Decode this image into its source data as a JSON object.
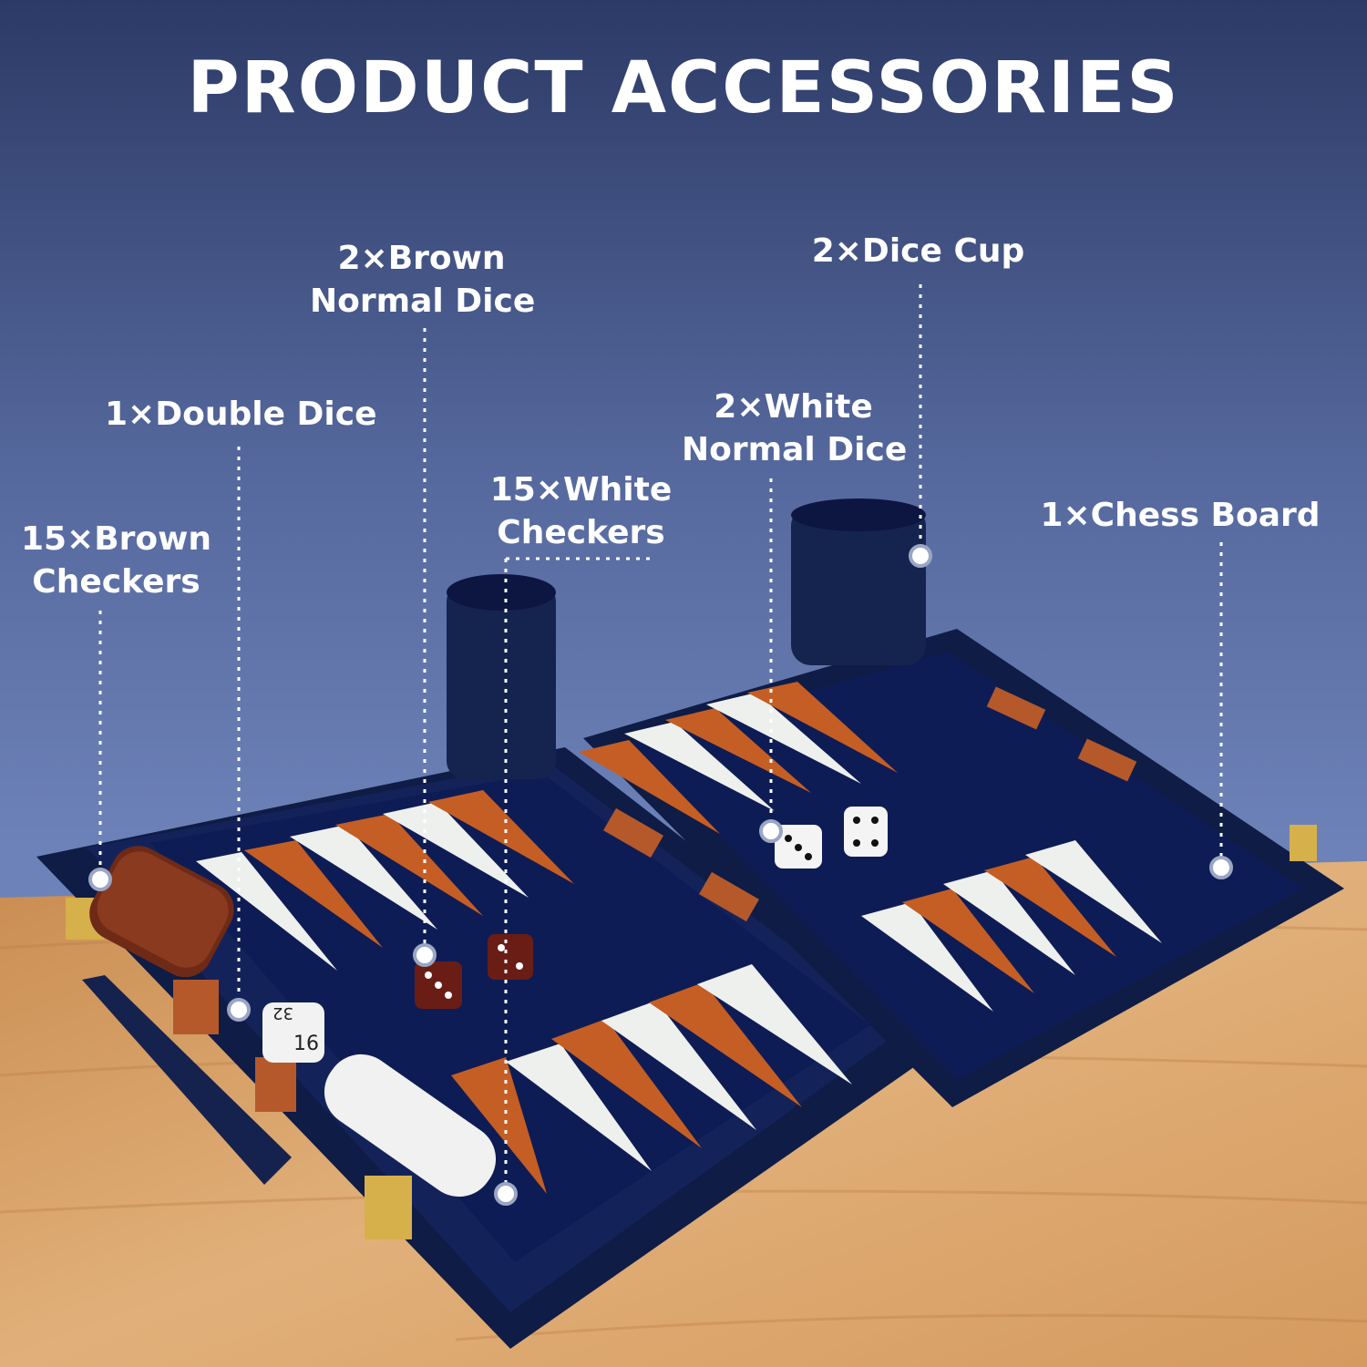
{
  "title": "PRODUCT ACCESSORIES",
  "colors": {
    "background_top": "#5a6fa6",
    "background_bottom": "#7d93c6",
    "table": "#d9a56a",
    "board_navy": "#10204f",
    "felt": "#0f1f57",
    "point_brown": "#c45e24",
    "point_white": "#eef0ee",
    "label_text": "#ffffff"
  },
  "labels": [
    {
      "id": "brown-checkers",
      "line1": "15×Brown",
      "line2": "Checkers"
    },
    {
      "id": "double-dice",
      "line1": "1×Double Dice",
      "line2": ""
    },
    {
      "id": "brown-normal-dice",
      "line1": "2×Brown",
      "line2": "Normal Dice"
    },
    {
      "id": "white-checkers",
      "line1": "15×White",
      "line2": "Checkers"
    },
    {
      "id": "white-normal-dice",
      "line1": "2×White",
      "line2": "Normal Dice"
    },
    {
      "id": "dice-cup",
      "line1": "2×Dice Cup",
      "line2": ""
    },
    {
      "id": "chess-board",
      "line1": "1×Chess Board",
      "line2": ""
    }
  ],
  "doubling_cube_faces": [
    "32",
    "16"
  ]
}
